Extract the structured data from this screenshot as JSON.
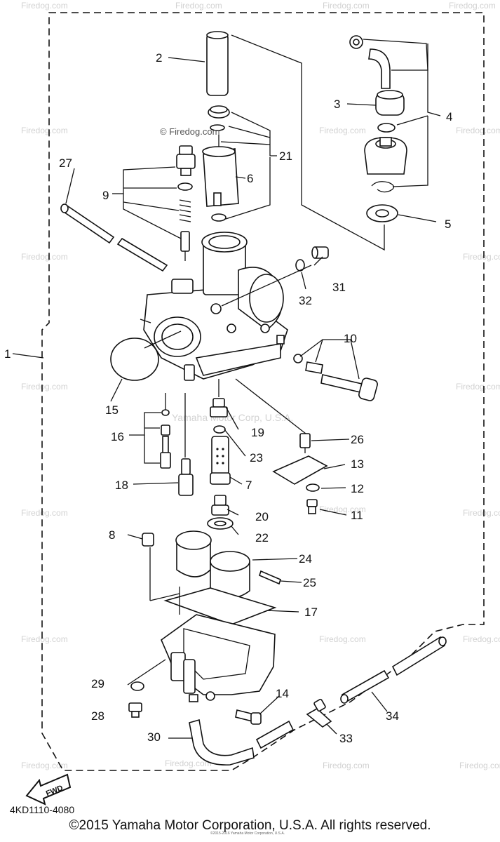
{
  "diagram": {
    "callouts": [
      "1",
      "2",
      "3",
      "4",
      "5",
      "6",
      "7",
      "8",
      "9",
      "10",
      "11",
      "12",
      "13",
      "14",
      "15",
      "16",
      "17",
      "18",
      "19",
      "20",
      "21",
      "22",
      "23",
      "24",
      "25",
      "26",
      "27",
      "28",
      "29",
      "30",
      "31",
      "32",
      "33",
      "34"
    ],
    "figure_code": "4KD1110-4080",
    "fwd_label": "FWD",
    "watermark_site": "© Firedog.com",
    "watermark_short": "Firedog.com",
    "watermark_center": "Yamaha Motor Corp, U.S.A.",
    "tiny_copyright": "©2015-2016 Yamaha Motor Corporation, U.S.A."
  },
  "footer": {
    "copyright": "©2015 Yamaha Motor Corporation, U.S.A. All rights reserved."
  }
}
